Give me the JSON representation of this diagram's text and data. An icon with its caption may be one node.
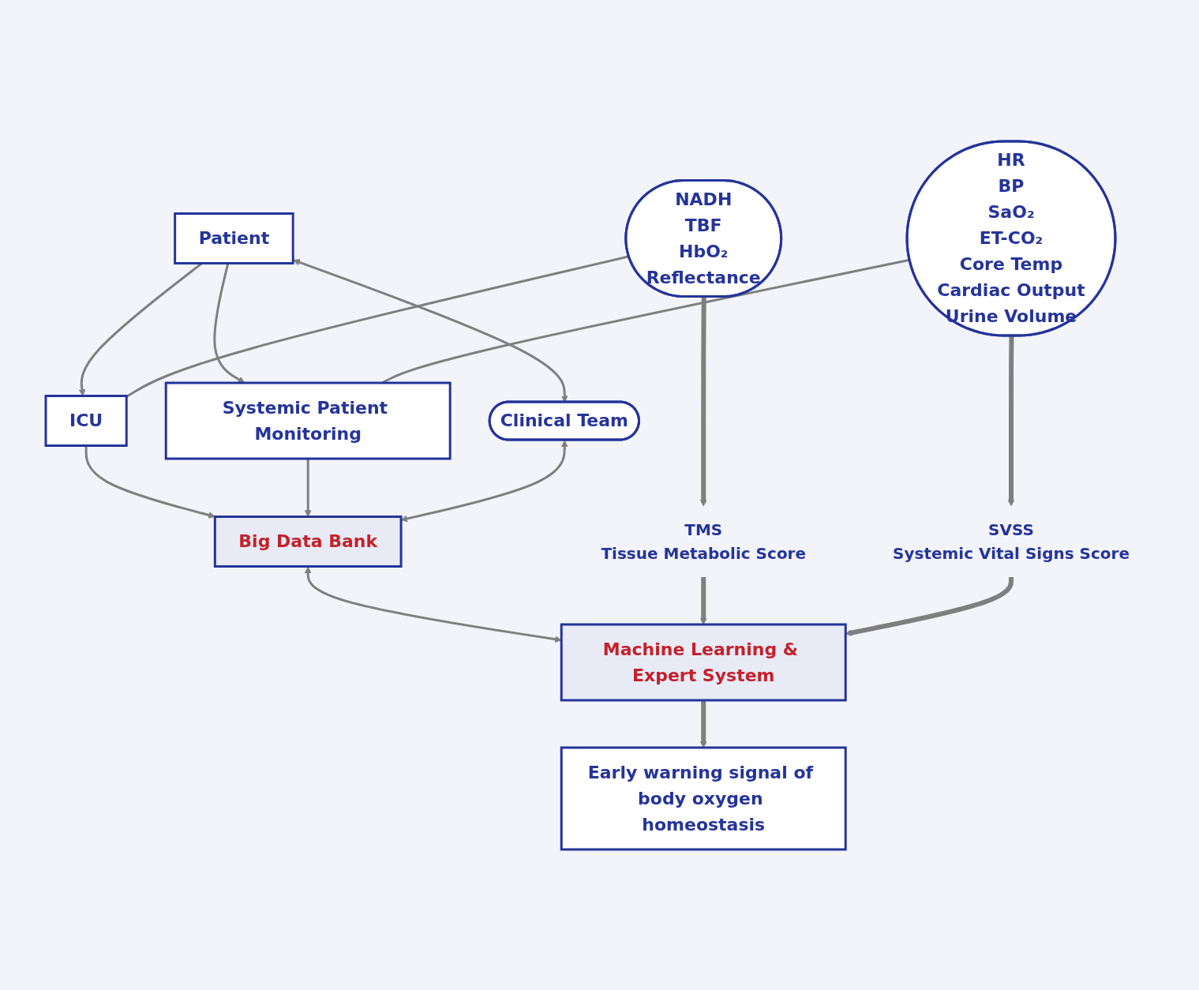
{
  "diagram": {
    "nodes": [
      {
        "text": [
          "ICU"
        ]
      },
      {
        "text": [
          "Systemic Patient Monitoring"
        ]
      },
      {
        "text": [
          "NADH",
          "TBF",
          "HbO₂",
          "Reflectance"
        ]
      },
      {
        "text": [
          "Patient"
        ]
      },
      {
        "text": [
          "HR",
          "BP",
          "SaO₂",
          "ET-CO₂",
          "Core Temp",
          "Cardiac Output",
          "Urine Volume"
        ]
      },
      {
        "text": [
          "Clinical Team"
        ]
      },
      {
        "text": [
          "Big Data Bank"
        ]
      },
      {
        "text": [
          "TMS",
          "Tissue Metabolic Score"
        ]
      },
      {
        "text": [
          "SVSS",
          "Systemic Vital Signs Score"
        ]
      },
      {
        "text": [
          "Machine Learning & Expert System"
        ]
      },
      {
        "text": [
          "Early warning signal of body oxygen homeostasis"
        ]
      }
    ],
    "edges": [
      {
        "from": 3,
        "to": 0,
        "arrow": "to"
      },
      {
        "from": 3,
        "to": 1,
        "arrow": "to"
      },
      {
        "from": 2,
        "to": 0,
        "arrow": "none"
      },
      {
        "from": 4,
        "to": 1,
        "arrow": "none"
      },
      {
        "from": 3,
        "to": 5,
        "arrow": "both"
      },
      {
        "from": 0,
        "to": 6,
        "arrow": "to"
      },
      {
        "from": 1,
        "to": 6,
        "arrow": "to"
      },
      {
        "from": 5,
        "to": 6,
        "arrow": "both"
      },
      {
        "from": 2,
        "to": 7,
        "arrow": "to",
        "style": "thick"
      },
      {
        "from": 4,
        "to": 8,
        "arrow": "to",
        "style": "thick"
      },
      {
        "from": 6,
        "to": 9,
        "arrow": "both"
      },
      {
        "from": 7,
        "to": 9,
        "arrow": "to",
        "style": "thick"
      },
      {
        "from": 8,
        "to": 9,
        "arrow": "to",
        "style": "thick"
      },
      {
        "from": 9,
        "to": 10,
        "arrow": "to",
        "style": "thick"
      }
    ]
  }
}
